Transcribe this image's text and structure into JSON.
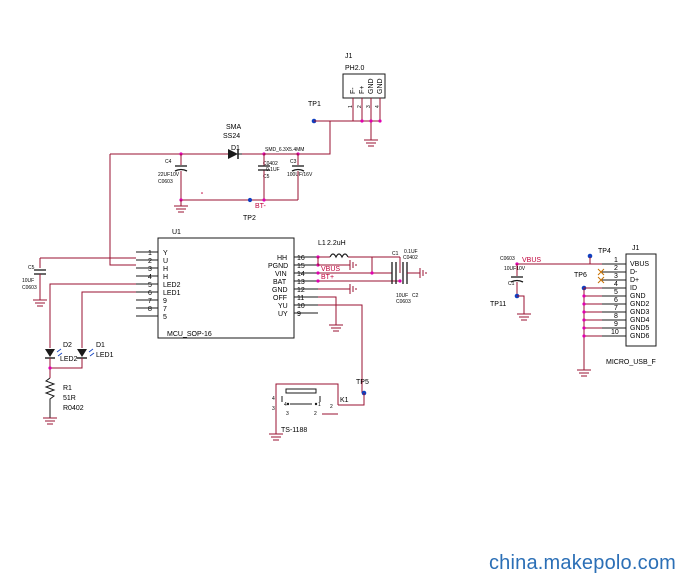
{
  "labels": {
    "j1_top_ref": "J1",
    "j1_top_value": "PH2.0",
    "j1_top_pins": [
      "F-",
      "F+",
      "GND",
      "GND"
    ],
    "j1_top_nums": [
      "1",
      "2",
      "3",
      "4"
    ],
    "tp1": "TP1",
    "sma": "SMA",
    "ss24": "SS24",
    "d1_diode": "D1",
    "c4_ref": "C4",
    "c4_val": "22UF10V",
    "c4_pkg": "C0603",
    "c0402": "C0402",
    "c5_mid_val": "0.1UF",
    "c5_mid_ref": "C5",
    "c3_pkg": "SMD_6.3X5.4MM",
    "c3_ref": "C3",
    "c3_val": "100UF/16V",
    "bt_minus": "BT-",
    "tp2": "TP2",
    "u1_ref": "U1",
    "u1_part": "MCU_SOP-16",
    "u1_left_nums": [
      "1",
      "2",
      "3",
      "4",
      "5",
      "6",
      "7",
      "8"
    ],
    "u1_left_names": [
      "Y",
      "U",
      "H",
      "H",
      "LED2",
      "LED1",
      "9",
      "7",
      "5"
    ],
    "u1_right_nums": [
      "16",
      "15",
      "14",
      "13",
      "12",
      "11",
      "10",
      "9"
    ],
    "u1_right_names": [
      "HH",
      "PGND",
      "VIN",
      "BAT",
      "GND",
      "OFF",
      "YU",
      "UY"
    ],
    "vbus_net": "VBUS",
    "bt_plus": "BT+",
    "l1": "L1",
    "l1_val": "2.2uH",
    "c1_ref": "C1",
    "c1_val": "0.1UF",
    "c1_pkg": "C0402",
    "c2_val": "10UF",
    "c2_pkg": "C0603",
    "c2_ref": "C2",
    "c5_left_ref": "C5",
    "c5_left_val": "10UF",
    "c5_left_pkg": "C0603",
    "d2": "D2",
    "led2": "LED2",
    "d1_led": "D1",
    "led1": "LED1",
    "r1": "R1",
    "r1_val": "51R",
    "r1_pkg": "R0402",
    "tp5": "TP5",
    "k1": "K1",
    "sw_pins": [
      "4",
      "3",
      "2",
      "1",
      "3",
      "2"
    ],
    "ts1188": "TS-1188",
    "usb_c0603": "C0603",
    "usb_vbus": "VBUS",
    "usb_c1_val": "10UF10V",
    "usb_c1_ref": "C1",
    "tp4": "TP4",
    "tp6": "TP6",
    "tp11": "TP11",
    "j1_usb_ref": "J1",
    "j1_usb_nums": [
      "1",
      "2",
      "3",
      "4",
      "5",
      "6",
      "7",
      "8",
      "9",
      "10"
    ],
    "j1_usb_names": [
      "VBUS",
      "D-",
      "D+",
      "ID",
      "GND",
      "GND2",
      "GND3",
      "GND4",
      "GND5",
      "GND6"
    ],
    "micro_usb": "MICRO_USB_F"
  },
  "watermark": "china.makepolo.com",
  "colors": {
    "wire": "#9a1030",
    "component": "#1a1a1a",
    "junction": "#e000b0",
    "testpoint": "#1040c0",
    "net_label": "#c0003a",
    "watermark": "#2b6fb6"
  }
}
